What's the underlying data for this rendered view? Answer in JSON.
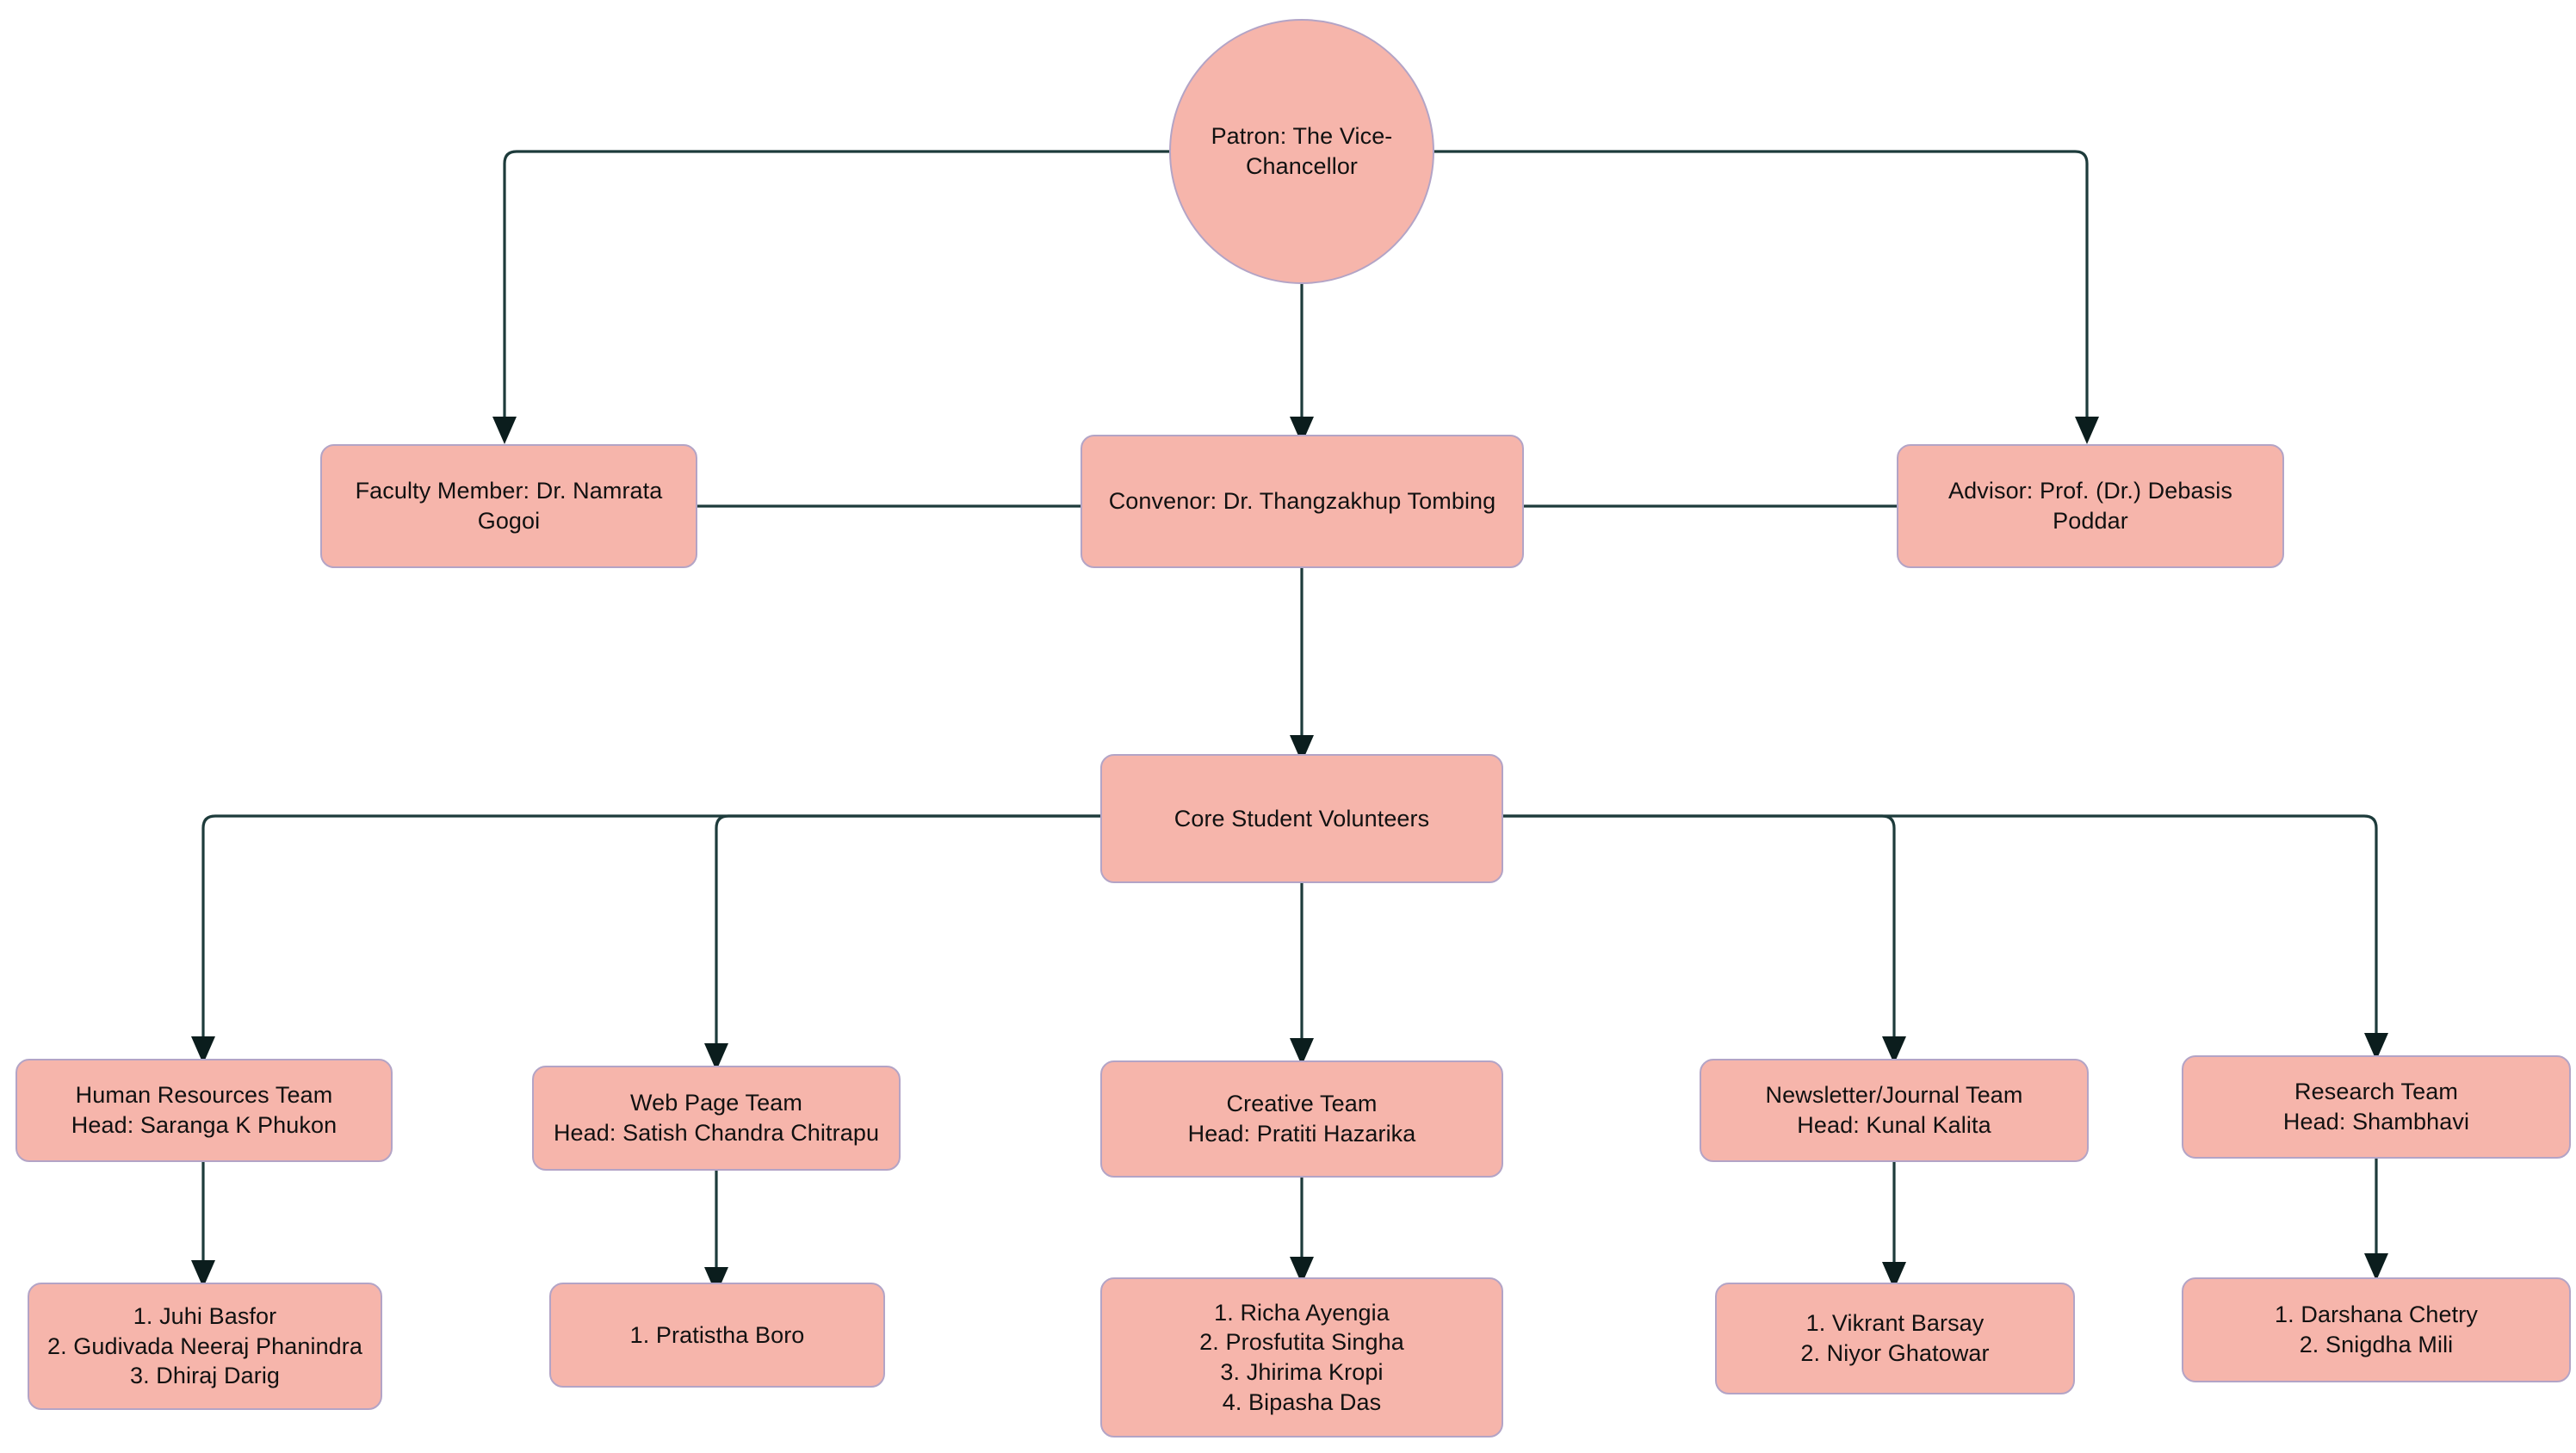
{
  "diagram": {
    "title": "Organisational Structure Chart",
    "type": "org-chart",
    "colors": {
      "node_fill": "#f6b5ab",
      "node_border": "#b3a4c6",
      "edge_stroke": "#1d3b3b",
      "text": "#111111",
      "background": "#ffffff"
    },
    "nodes": {
      "patron": "Patron: The Vice-Chancellor",
      "faculty_member": "Faculty Member: Dr. Namrata Gogoi",
      "convenor": "Convenor: Dr. Thangzakhup Tombing",
      "advisor": "Advisor: Prof. (Dr.) Debasis Poddar",
      "core_volunteers": "Core Student Volunteers",
      "hr_team": "Human Resources Team\nHead: Saranga K Phukon",
      "web_team": "Web Page Team\nHead: Satish Chandra Chitrapu",
      "creative_team": "Creative Team\nHead: Pratiti Hazarika",
      "newsletter_team": "Newsletter/Journal Team\nHead: Kunal Kalita",
      "research_team": "Research Team\nHead: Shambhavi",
      "hr_members": "1. Juhi Basfor\n2. Gudivada Neeraj Phanindra\n3. Dhiraj Darig",
      "web_members": "1. Pratistha Boro",
      "creative_members": "1. Richa Ayengia\n2. Prosfutita Singha\n3. Jhirima Kropi\n4. Bipasha Das",
      "newsletter_members": "1. Vikrant Barsay\n2. Niyor Ghatowar",
      "research_members": "1. Darshana Chetry\n2. Snigdha Mili"
    }
  }
}
